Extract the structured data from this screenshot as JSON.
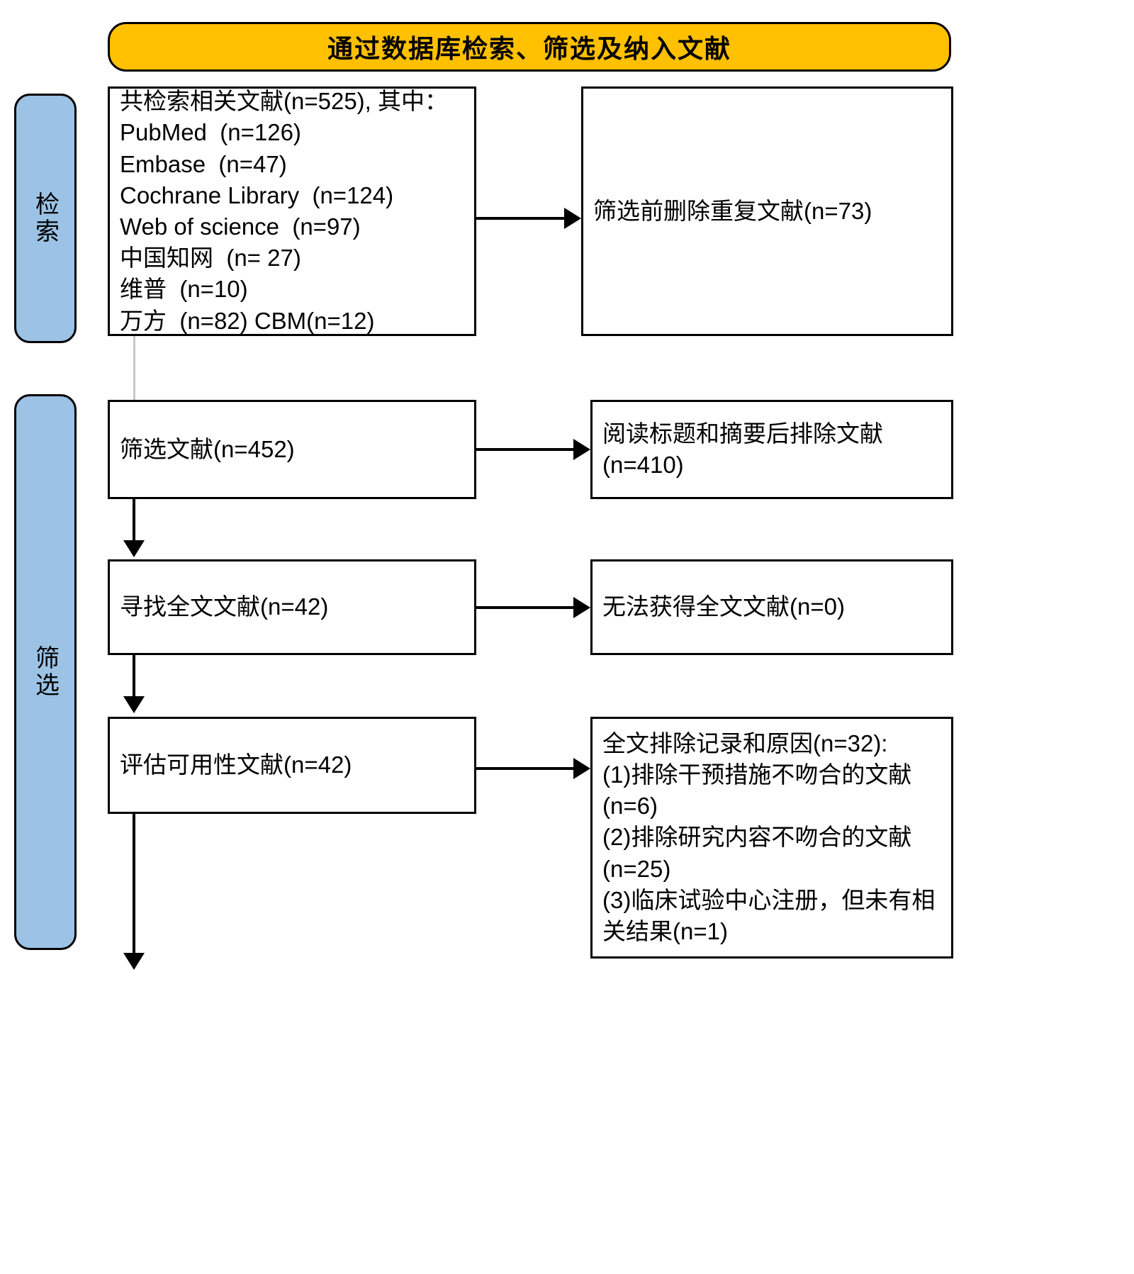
{
  "figure": {
    "kind": "prisma-flow-diagram",
    "banner_title": "通过数据库检索、筛选及纳入文献",
    "colors": {
      "banner_fill": "#FFC000",
      "stage_fill": "#9CC3E5",
      "box_fill": "#FFFFFF",
      "line": "#000000"
    }
  },
  "stages": [
    {
      "id": "identification",
      "label": "检索"
    },
    {
      "id": "screening",
      "label": "筛选"
    }
  ],
  "boxes": {
    "records_identified": {
      "text": "共检索相关文献(n=525), 其中：\nPubMed  (n=126)\nEmbase  (n=47)\nCochrane Library  (n=124)\nWeb of science  (n=97)\n中国知网  (n= 27)\n维普  (n=10)\n万方  (n=82) CBM(n=12)",
      "total": 525,
      "sources": [
        {
          "name": "PubMed",
          "n": 126
        },
        {
          "name": "Embase",
          "n": 47
        },
        {
          "name": "Cochrane Library",
          "n": 124
        },
        {
          "name": "Web of science",
          "n": 97
        },
        {
          "name": "中国知网",
          "n": 27
        },
        {
          "name": "维普",
          "n": 10
        },
        {
          "name": "万方",
          "n": 82
        },
        {
          "name": "CBM",
          "n": 12
        }
      ]
    },
    "duplicates_removed": {
      "text": "筛选前删除重复文献(n=73)",
      "n": 73
    },
    "records_screened": {
      "text": "筛选文献(n=452)",
      "n": 452
    },
    "records_excluded_by_title_abstract": {
      "text": "阅读标题和摘要后排除文献(n=410)",
      "n": 410
    },
    "fulltext_sought": {
      "text": "寻找全文文献(n=42)",
      "n": 42
    },
    "fulltext_not_retrieved": {
      "text": "无法获得全文文献(n=0)",
      "n": 0
    },
    "fulltext_assessed": {
      "text": "评估可用性文献(n=42)",
      "n": 42
    },
    "fulltext_excluded": {
      "text": "全文排除记录和原因(n=32):\n(1)排除干预措施不吻合的文献(n=6)\n(2)排除研究内容不吻合的文献(n=25)\n(3)临床试验中心注册，但未有相关结果(n=1)",
      "n": 32,
      "reasons": [
        {
          "index": "(1)",
          "reason": "排除干预措施不吻合的文献",
          "n": 6
        },
        {
          "index": "(2)",
          "reason": "排除研究内容不吻合的文献",
          "n": 25
        },
        {
          "index": "(3)",
          "reason": "临床试验中心注册，但未有相关结果",
          "n": 1
        }
      ]
    }
  }
}
